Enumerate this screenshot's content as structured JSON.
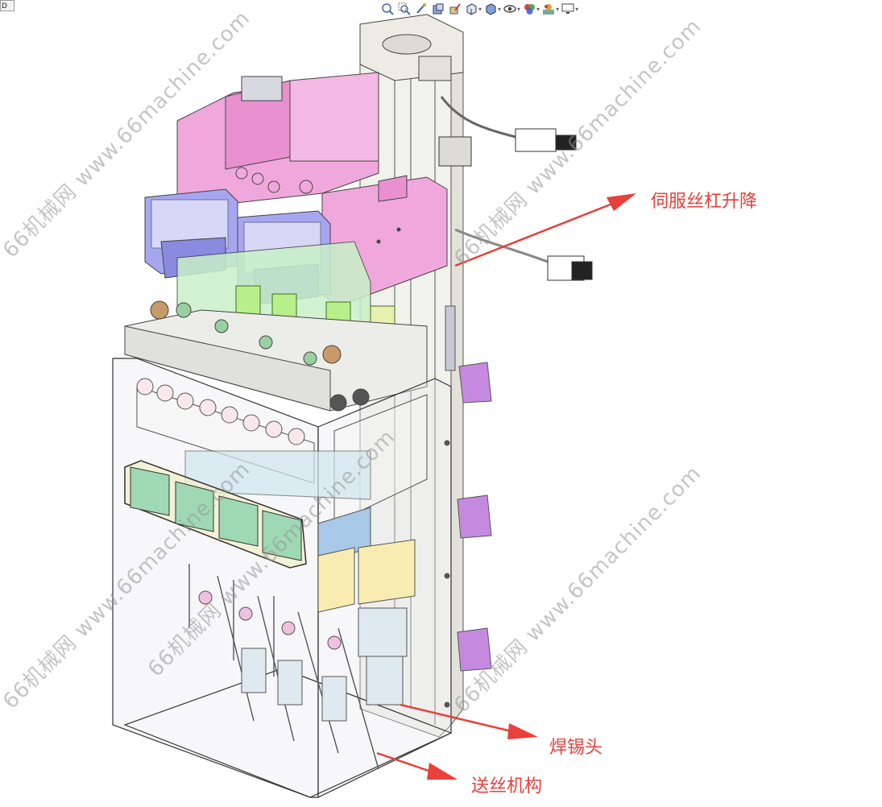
{
  "corner_tab": "D",
  "toolbar": {
    "items": [
      {
        "name": "zoom-to-fit-icon",
        "caret": false
      },
      {
        "name": "zoom-to-area-icon",
        "caret": false
      },
      {
        "name": "previous-view-icon",
        "caret": false
      },
      {
        "name": "section-view-icon",
        "caret": false
      },
      {
        "name": "dynamic-annotation-icon",
        "caret": false
      },
      {
        "name": "view-orientation-icon",
        "caret": true
      },
      {
        "name": "display-style-icon",
        "caret": true
      },
      {
        "name": "hide-show-items-icon",
        "caret": true
      },
      {
        "name": "edit-appearance-icon",
        "caret": true
      },
      {
        "name": "apply-scene-icon",
        "caret": true
      },
      {
        "name": "view-settings-icon",
        "caret": true
      }
    ],
    "caret_glyph": "▾"
  },
  "callouts": {
    "servo_lift": "伺服丝杠升降",
    "solder_head": "焊锡头",
    "wire_feed": "送丝机构"
  },
  "watermarks": [
    "66机械网 www.66machine.com",
    "66机械网 www.66machine.com",
    "66机械网 www.66machine.com",
    "66机械网 www.66machine.com",
    "66机械网 www.66machine.com"
  ],
  "colors": {
    "callout": "#e8403a",
    "pink_body": "#f0a8dc",
    "blue_module": "#a6a6f0",
    "green_tube": "#b7f08a",
    "frame_gray": "#e6e6e6",
    "purple_bracket": "#c58ae0"
  }
}
